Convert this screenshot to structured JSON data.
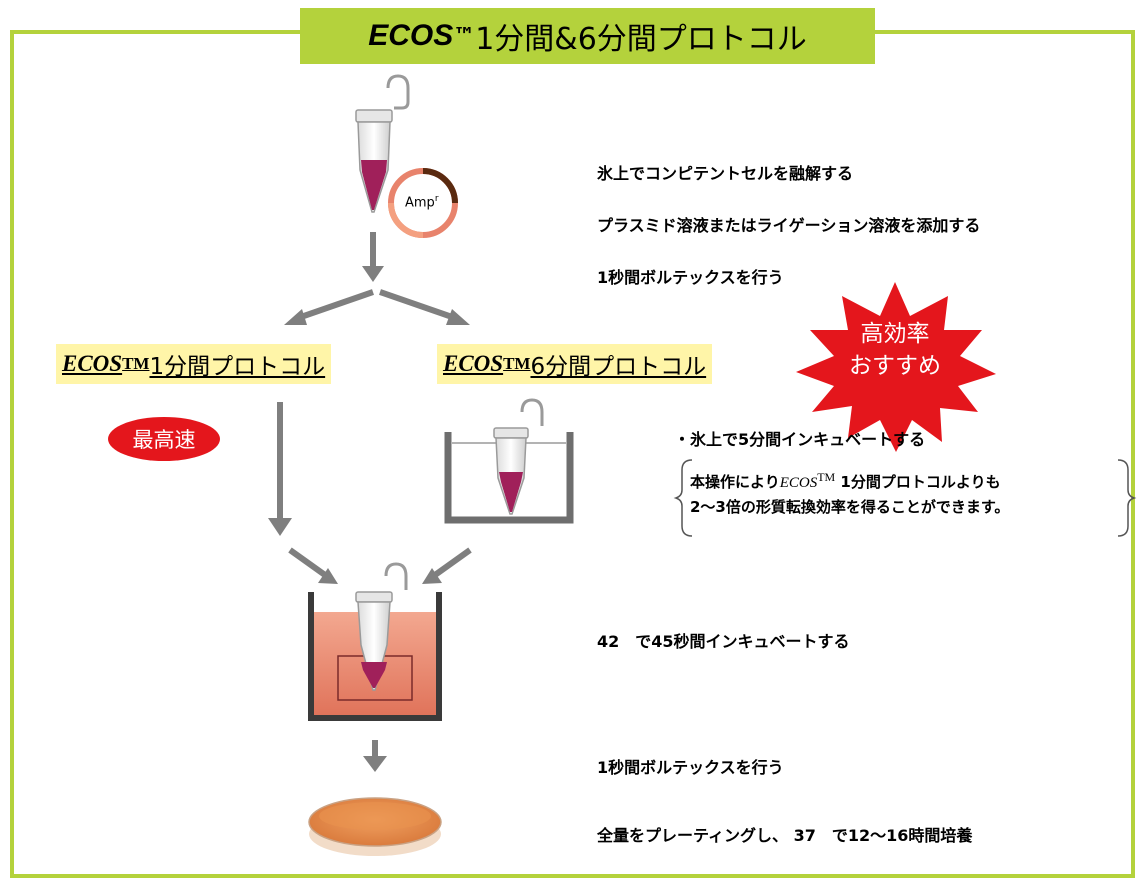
{
  "title": {
    "brand": "ECOS",
    "tm": "™",
    "rest": " 1分間&6分間プロトコル"
  },
  "plasmid": {
    "label": "Amp",
    "sup": "r"
  },
  "steps": {
    "thaw": "氷上でコンピテントセルを融解する",
    "add": "プラスミド溶液またはライゲーション溶液を添加する",
    "vortex1": "1秒間ボルテックスを行う",
    "incubate_ice": "・氷上で5分間インキュベートする",
    "heat": "42　で45秒間インキュベートする",
    "vortex2": "1秒間ボルテックスを行う",
    "plate": "全量をプレーティングし、 37　で12～16時間培養"
  },
  "protocols": {
    "one": {
      "brand": "ECOS",
      "tm": "TM",
      "rest": " 1分間プロトコル"
    },
    "six": {
      "brand": "ECOS",
      "tm": "TM",
      "rest": " 6分間プロトコル"
    }
  },
  "badges": {
    "fast": "最高速",
    "burst_line1": "高効率",
    "burst_line2": "おすすめ"
  },
  "note": {
    "line1_pre": "本操作により",
    "line1_brand": "ECOS",
    "line1_tm": "TM",
    "line1_post": " 1分間プロトコルよりも",
    "line2": "2～3倍の形質転換効率を得ることができます。"
  },
  "colors": {
    "frame": "#b4d23c",
    "label_bg": "#fff5a8",
    "accent_red": "#e4161c",
    "arrow": "#7f7f7f",
    "bath": "#e8836c"
  }
}
